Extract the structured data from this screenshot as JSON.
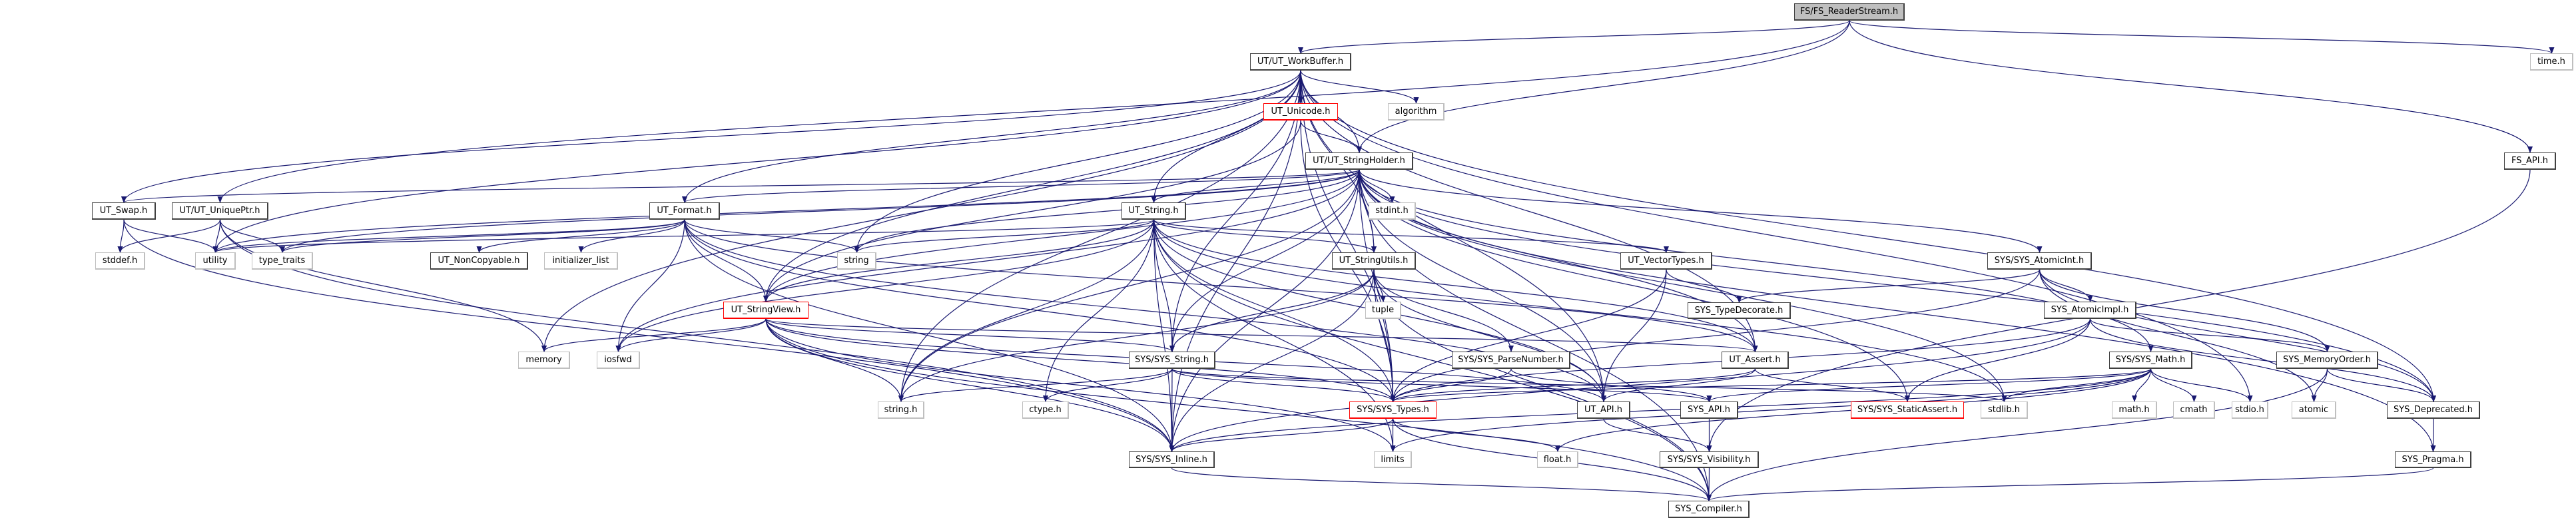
{
  "graph": {
    "edge_color": "#191970",
    "root_fill": "#bfbfbf",
    "nodes": [
      {
        "label": "FS/FS_ReaderStream.h",
        "kind": "root"
      },
      {
        "label": "UT/UT_WorkBuffer.h",
        "kind": "normal"
      },
      {
        "label": "time.h",
        "kind": "system"
      },
      {
        "label": "UT_Unicode.h",
        "kind": "red"
      },
      {
        "label": "algorithm",
        "kind": "system"
      },
      {
        "label": "UT/UT_StringHolder.h",
        "kind": "normal"
      },
      {
        "label": "FS_API.h",
        "kind": "normal"
      },
      {
        "label": "UT_Swap.h",
        "kind": "normal"
      },
      {
        "label": "UT/UT_UniquePtr.h",
        "kind": "normal"
      },
      {
        "label": "UT_Format.h",
        "kind": "normal"
      },
      {
        "label": "UT_String.h",
        "kind": "normal"
      },
      {
        "label": "stdint.h",
        "kind": "system"
      },
      {
        "label": "stddef.h",
        "kind": "system"
      },
      {
        "label": "utility",
        "kind": "system"
      },
      {
        "label": "type_traits",
        "kind": "system"
      },
      {
        "label": "UT_NonCopyable.h",
        "kind": "normal"
      },
      {
        "label": "initializer_list",
        "kind": "system"
      },
      {
        "label": "string",
        "kind": "system"
      },
      {
        "label": "UT_StringUtils.h",
        "kind": "normal"
      },
      {
        "label": "UT_VectorTypes.h",
        "kind": "normal"
      },
      {
        "label": "SYS/SYS_AtomicInt.h",
        "kind": "normal"
      },
      {
        "label": "UT_StringView.h",
        "kind": "red"
      },
      {
        "label": "tuple",
        "kind": "system"
      },
      {
        "label": "SYS_TypeDecorate.h",
        "kind": "normal"
      },
      {
        "label": "SYS_AtomicImpl.h",
        "kind": "normal"
      },
      {
        "label": "memory",
        "kind": "system"
      },
      {
        "label": "iosfwd",
        "kind": "system"
      },
      {
        "label": "SYS/SYS_String.h",
        "kind": "normal"
      },
      {
        "label": "SYS/SYS_ParseNumber.h",
        "kind": "normal"
      },
      {
        "label": "UT_Assert.h",
        "kind": "normal"
      },
      {
        "label": "SYS/SYS_Math.h",
        "kind": "normal"
      },
      {
        "label": "SYS_MemoryOrder.h",
        "kind": "normal"
      },
      {
        "label": "string.h",
        "kind": "system"
      },
      {
        "label": "ctype.h",
        "kind": "system"
      },
      {
        "label": "SYS/SYS_Types.h",
        "kind": "red"
      },
      {
        "label": "UT_API.h",
        "kind": "normal"
      },
      {
        "label": "SYS_API.h",
        "kind": "normal"
      },
      {
        "label": "SYS/SYS_StaticAssert.h",
        "kind": "red"
      },
      {
        "label": "stdlib.h",
        "kind": "system"
      },
      {
        "label": "math.h",
        "kind": "system"
      },
      {
        "label": "cmath",
        "kind": "system"
      },
      {
        "label": "stdio.h",
        "kind": "system"
      },
      {
        "label": "atomic",
        "kind": "system"
      },
      {
        "label": "SYS_Deprecated.h",
        "kind": "normal"
      },
      {
        "label": "SYS/SYS_Inline.h",
        "kind": "normal"
      },
      {
        "label": "limits",
        "kind": "system"
      },
      {
        "label": "float.h",
        "kind": "system"
      },
      {
        "label": "SYS/SYS_Visibility.h",
        "kind": "normal"
      },
      {
        "label": "SYS_Pragma.h",
        "kind": "normal"
      },
      {
        "label": "SYS_Compiler.h",
        "kind": "normal"
      }
    ],
    "edges": [
      [
        "FS/FS_ReaderStream.h",
        "UT/UT_WorkBuffer.h"
      ],
      [
        "FS/FS_ReaderStream.h",
        "UT/UT_StringHolder.h"
      ],
      [
        "FS/FS_ReaderStream.h",
        "time.h"
      ],
      [
        "FS/FS_ReaderStream.h",
        "FS_API.h"
      ],
      [
        "FS/FS_ReaderStream.h",
        "UT/UT_UniquePtr.h"
      ],
      [
        "UT/UT_WorkBuffer.h",
        "UT_Unicode.h"
      ],
      [
        "UT/UT_WorkBuffer.h",
        "algorithm"
      ],
      [
        "UT/UT_WorkBuffer.h",
        "UT/UT_StringHolder.h"
      ],
      [
        "UT/UT_WorkBuffer.h",
        "UT_String.h"
      ],
      [
        "UT/UT_WorkBuffer.h",
        "UT_Swap.h"
      ],
      [
        "UT/UT_WorkBuffer.h",
        "UT_Format.h"
      ],
      [
        "UT/UT_WorkBuffer.h",
        "utility"
      ],
      [
        "UT/UT_WorkBuffer.h",
        "UT_StringView.h"
      ],
      [
        "UT/UT_WorkBuffer.h",
        "memory"
      ],
      [
        "UT/UT_WorkBuffer.h",
        "string"
      ],
      [
        "UT/UT_WorkBuffer.h",
        "string.h"
      ],
      [
        "UT/UT_WorkBuffer.h",
        "SYS/SYS_String.h"
      ],
      [
        "UT/UT_WorkBuffer.h",
        "SYS/SYS_Types.h"
      ],
      [
        "UT/UT_WorkBuffer.h",
        "SYS/SYS_Inline.h"
      ],
      [
        "UT/UT_WorkBuffer.h",
        "UT_Assert.h"
      ],
      [
        "UT/UT_WorkBuffer.h",
        "UT_StringUtils.h"
      ],
      [
        "UT/UT_WorkBuffer.h",
        "UT_API.h"
      ],
      [
        "UT/UT_WorkBuffer.h",
        "stdio.h"
      ],
      [
        "UT/UT_WorkBuffer.h",
        "SYS_Deprecated.h"
      ],
      [
        "UT_Unicode.h",
        "UT/UT_StringHolder.h"
      ],
      [
        "UT_Unicode.h",
        "SYS/SYS_Types.h"
      ],
      [
        "UT_Unicode.h",
        "UT_StringView.h"
      ],
      [
        "UT/UT_StringHolder.h",
        "UT_String.h"
      ],
      [
        "UT/UT_StringHolder.h",
        "stdint.h"
      ],
      [
        "UT/UT_StringHolder.h",
        "UT_StringUtils.h"
      ],
      [
        "UT/UT_StringHolder.h",
        "UT_Format.h"
      ],
      [
        "UT/UT_StringHolder.h",
        "UT_Swap.h"
      ],
      [
        "UT/UT_StringHolder.h",
        "utility"
      ],
      [
        "UT/UT_StringHolder.h",
        "type_traits"
      ],
      [
        "UT/UT_StringHolder.h",
        "string"
      ],
      [
        "UT/UT_StringHolder.h",
        "SYS/SYS_String.h"
      ],
      [
        "UT/UT_StringHolder.h",
        "SYS/SYS_Types.h"
      ],
      [
        "UT/UT_StringHolder.h",
        "SYS/SYS_Inline.h"
      ],
      [
        "UT/UT_StringHolder.h",
        "UT_Assert.h"
      ],
      [
        "UT/UT_StringHolder.h",
        "UT_API.h"
      ],
      [
        "UT/UT_StringHolder.h",
        "SYS/SYS_AtomicInt.h"
      ],
      [
        "UT/UT_StringHolder.h",
        "SYS/SYS_Math.h"
      ],
      [
        "UT/UT_StringHolder.h",
        "SYS_Pragma.h"
      ],
      [
        "UT/UT_StringHolder.h",
        "SYS_Compiler.h"
      ],
      [
        "UT/UT_StringHolder.h",
        "SYS_Deprecated.h"
      ],
      [
        "UT/UT_StringHolder.h",
        "UT_StringView.h"
      ],
      [
        "UT/UT_StringHolder.h",
        "iosfwd"
      ],
      [
        "UT/UT_StringHolder.h",
        "string.h"
      ],
      [
        "UT/UT_StringHolder.h",
        "stdlib.h"
      ],
      [
        "UT/UT_StringHolder.h",
        "SYS/SYS_StaticAssert.h"
      ],
      [
        "FS_API.h",
        "SYS/SYS_Visibility.h"
      ],
      [
        "UT_Swap.h",
        "stddef.h"
      ],
      [
        "UT_Swap.h",
        "utility"
      ],
      [
        "UT_Swap.h",
        "SYS/SYS_Inline.h"
      ],
      [
        "UT/UT_UniquePtr.h",
        "stddef.h"
      ],
      [
        "UT/UT_UniquePtr.h",
        "utility"
      ],
      [
        "UT/UT_UniquePtr.h",
        "type_traits"
      ],
      [
        "UT/UT_UniquePtr.h",
        "memory"
      ],
      [
        "UT/UT_UniquePtr.h",
        "SYS/SYS_Inline.h"
      ],
      [
        "UT_Format.h",
        "UT_NonCopyable.h"
      ],
      [
        "UT_Format.h",
        "initializer_list"
      ],
      [
        "UT_Format.h",
        "string"
      ],
      [
        "UT_Format.h",
        "type_traits"
      ],
      [
        "UT_Format.h",
        "utility"
      ],
      [
        "UT_Format.h",
        "iosfwd"
      ],
      [
        "UT_Format.h",
        "UT_StringView.h"
      ],
      [
        "UT_Format.h",
        "SYS/SYS_Types.h"
      ],
      [
        "UT_Format.h",
        "UT_API.h"
      ],
      [
        "UT_Format.h",
        "UT_Assert.h"
      ],
      [
        "UT_Format.h",
        "SYS/SYS_Inline.h"
      ],
      [
        "UT_String.h",
        "string"
      ],
      [
        "UT_String.h",
        "utility"
      ],
      [
        "UT_String.h",
        "UT_StringUtils.h"
      ],
      [
        "UT_String.h",
        "UT_VectorTypes.h"
      ],
      [
        "UT_String.h",
        "UT_StringView.h"
      ],
      [
        "UT_String.h",
        "SYS/SYS_String.h"
      ],
      [
        "UT_String.h",
        "string.h"
      ],
      [
        "UT_String.h",
        "ctype.h"
      ],
      [
        "UT_String.h",
        "SYS/SYS_Types.h"
      ],
      [
        "UT_String.h",
        "UT_API.h"
      ],
      [
        "UT_String.h",
        "UT_Assert.h"
      ],
      [
        "UT_String.h",
        "SYS/SYS_Inline.h"
      ],
      [
        "UT_String.h",
        "iosfwd"
      ],
      [
        "UT_String.h",
        "stdlib.h"
      ],
      [
        "UT_String.h",
        "SYS_Compiler.h"
      ],
      [
        "UT_String.h",
        "limits"
      ],
      [
        "UT_StringUtils.h",
        "tuple"
      ],
      [
        "UT_StringUtils.h",
        "SYS/SYS_ParseNumber.h"
      ],
      [
        "UT_StringUtils.h",
        "SYS/SYS_String.h"
      ],
      [
        "UT_StringUtils.h",
        "SYS/SYS_Types.h"
      ],
      [
        "UT_StringUtils.h",
        "SYS/SYS_Inline.h"
      ],
      [
        "UT_StringUtils.h",
        "UT_API.h"
      ],
      [
        "UT_StringUtils.h",
        "string.h"
      ],
      [
        "UT_StringUtils.h",
        "SYS_Compiler.h"
      ],
      [
        "UT_VectorTypes.h",
        "SYS_TypeDecorate.h"
      ],
      [
        "UT_VectorTypes.h",
        "UT_API.h"
      ],
      [
        "UT_VectorTypes.h",
        "SYS/SYS_Types.h"
      ],
      [
        "UT_StringView.h",
        "memory"
      ],
      [
        "UT_StringView.h",
        "iosfwd"
      ],
      [
        "UT_StringView.h",
        "SYS/SYS_String.h"
      ],
      [
        "UT_StringView.h",
        "SYS/SYS_Types.h"
      ],
      [
        "UT_StringView.h",
        "UT_API.h"
      ],
      [
        "UT_StringView.h",
        "UT_Assert.h"
      ],
      [
        "UT_StringView.h",
        "string.h"
      ],
      [
        "UT_StringView.h",
        "SYS/SYS_Inline.h"
      ],
      [
        "UT_StringView.h",
        "SYS_Compiler.h"
      ],
      [
        "UT_StringView.h",
        "limits"
      ],
      [
        "SYS/SYS_String.h",
        "string.h"
      ],
      [
        "SYS/SYS_String.h",
        "ctype.h"
      ],
      [
        "SYS/SYS_String.h",
        "SYS/SYS_Inline.h"
      ],
      [
        "SYS/SYS_String.h",
        "SYS/SYS_Types.h"
      ],
      [
        "SYS/SYS_String.h",
        "SYS_API.h"
      ],
      [
        "SYS/SYS_String.h",
        "stdlib.h"
      ],
      [
        "SYS/SYS_ParseNumber.h",
        "SYS/SYS_Types.h"
      ],
      [
        "SYS/SYS_ParseNumber.h",
        "SYS_API.h"
      ],
      [
        "SYS/SYS_Types.h",
        "SYS/SYS_Inline.h"
      ],
      [
        "SYS/SYS_Types.h",
        "limits"
      ],
      [
        "SYS/SYS_Types.h",
        "float.h"
      ],
      [
        "SYS/SYS_Types.h",
        "SYS_Compiler.h"
      ],
      [
        "UT_API.h",
        "SYS/SYS_Visibility.h"
      ],
      [
        "SYS_API.h",
        "SYS/SYS_Visibility.h"
      ],
      [
        "SYS/SYS_Visibility.h",
        "SYS_Compiler.h"
      ],
      [
        "SYS/SYS_Inline.h",
        "SYS_Compiler.h"
      ],
      [
        "UT_Assert.h",
        "UT_API.h"
      ],
      [
        "UT_Assert.h",
        "SYS/SYS_StaticAssert.h"
      ],
      [
        "UT_Assert.h",
        "SYS/SYS_Types.h"
      ],
      [
        "SYS/SYS_AtomicInt.h",
        "SYS_TypeDecorate.h"
      ],
      [
        "SYS/SYS_AtomicInt.h",
        "SYS_AtomicImpl.h"
      ],
      [
        "SYS/SYS_AtomicInt.h",
        "SYS_MemoryOrder.h"
      ],
      [
        "SYS/SYS_AtomicInt.h",
        "SYS_Deprecated.h"
      ],
      [
        "SYS/SYS_AtomicInt.h",
        "SYS/SYS_Types.h"
      ],
      [
        "SYS/SYS_AtomicInt.h",
        "atomic"
      ],
      [
        "SYS_AtomicImpl.h",
        "SYS_MemoryOrder.h"
      ],
      [
        "SYS_AtomicImpl.h",
        "SYS_Deprecated.h"
      ],
      [
        "SYS_AtomicImpl.h",
        "SYS/SYS_StaticAssert.h"
      ],
      [
        "SYS_AtomicImpl.h",
        "SYS/SYS_Types.h"
      ],
      [
        "SYS_AtomicImpl.h",
        "SYS/SYS_Inline.h"
      ],
      [
        "SYS/SYS_Math.h",
        "math.h"
      ],
      [
        "SYS/SYS_Math.h",
        "cmath"
      ],
      [
        "SYS/SYS_Math.h",
        "stdio.h"
      ],
      [
        "SYS/SYS_Math.h",
        "stdlib.h"
      ],
      [
        "SYS/SYS_Math.h",
        "SYS/SYS_Types.h"
      ],
      [
        "SYS/SYS_Math.h",
        "SYS_API.h"
      ],
      [
        "SYS/SYS_Math.h",
        "SYS/SYS_Inline.h"
      ],
      [
        "SYS/SYS_Math.h",
        "limits"
      ],
      [
        "SYS/SYS_Math.h",
        "float.h"
      ],
      [
        "SYS_MemoryOrder.h",
        "atomic"
      ],
      [
        "SYS_MemoryOrder.h",
        "SYS_Deprecated.h"
      ],
      [
        "SYS_MemoryOrder.h",
        "SYS_Compiler.h"
      ],
      [
        "SYS_Deprecated.h",
        "SYS_Pragma.h"
      ],
      [
        "SYS_Pragma.h",
        "SYS_Compiler.h"
      ]
    ]
  }
}
